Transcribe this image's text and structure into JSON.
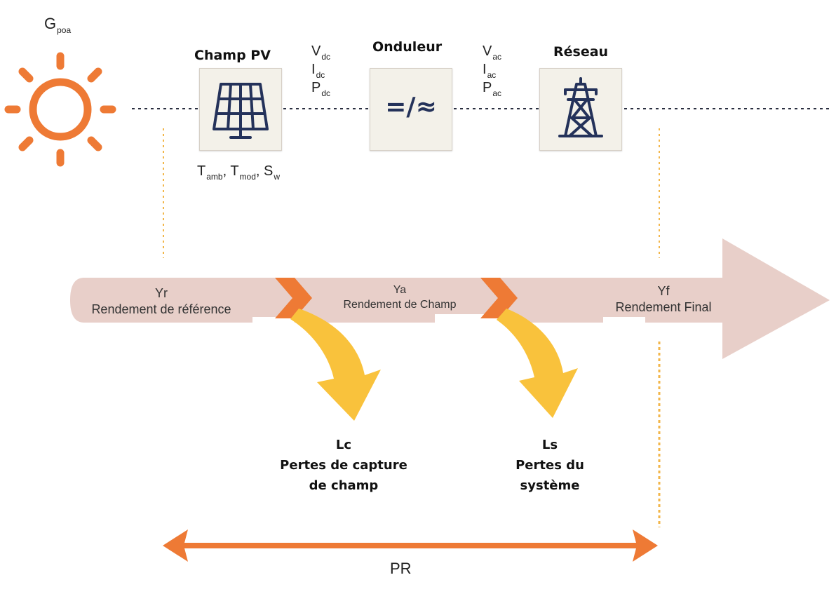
{
  "sun": {
    "symbol": "G",
    "sub": "poa",
    "icon": "sun-icon",
    "color": "#ee7a35"
  },
  "champ_pv": {
    "title": "Champ PV",
    "icon": "solar-panel-icon",
    "conditions": [
      {
        "symbol": "T",
        "sub": "amb",
        "sep": ","
      },
      {
        "symbol": "T",
        "sub": "mod",
        "sep": ","
      },
      {
        "symbol": "S",
        "sub": "w",
        "sep": ""
      }
    ]
  },
  "dc_outputs": [
    {
      "symbol": "V",
      "sub": "dc"
    },
    {
      "symbol": "I",
      "sub": "dc"
    },
    {
      "symbol": "P",
      "sub": "dc"
    }
  ],
  "onduleur": {
    "title": "Onduleur",
    "symbol": "=/≈"
  },
  "ac_outputs": [
    {
      "symbol": "V",
      "sub": "ac"
    },
    {
      "symbol": "I",
      "sub": "ac"
    },
    {
      "symbol": "P",
      "sub": "ac"
    }
  ],
  "reseau": {
    "title": "Réseau",
    "icon": "pylon-icon"
  },
  "flow": {
    "yr": {
      "symbol": "Yr",
      "label": "Rendement de référence"
    },
    "ya": {
      "symbol": "Ya",
      "label": "Rendement de Champ"
    },
    "yf": {
      "symbol": "Yf",
      "label": "Rendement Final"
    }
  },
  "losses": {
    "lc": {
      "symbol": "Lc",
      "line1": "Pertes de capture",
      "line2": "de champ"
    },
    "ls": {
      "symbol": "Ls",
      "line1": "Pertes du",
      "line2": "système"
    }
  },
  "pr": {
    "label": "PR"
  },
  "colors": {
    "flow_arrow": "#e8cfc9",
    "chevron": "#ee7a35",
    "loss_arrow": "#f9c23c",
    "icon_navy": "#24325a",
    "guide": "#f2b64a"
  }
}
